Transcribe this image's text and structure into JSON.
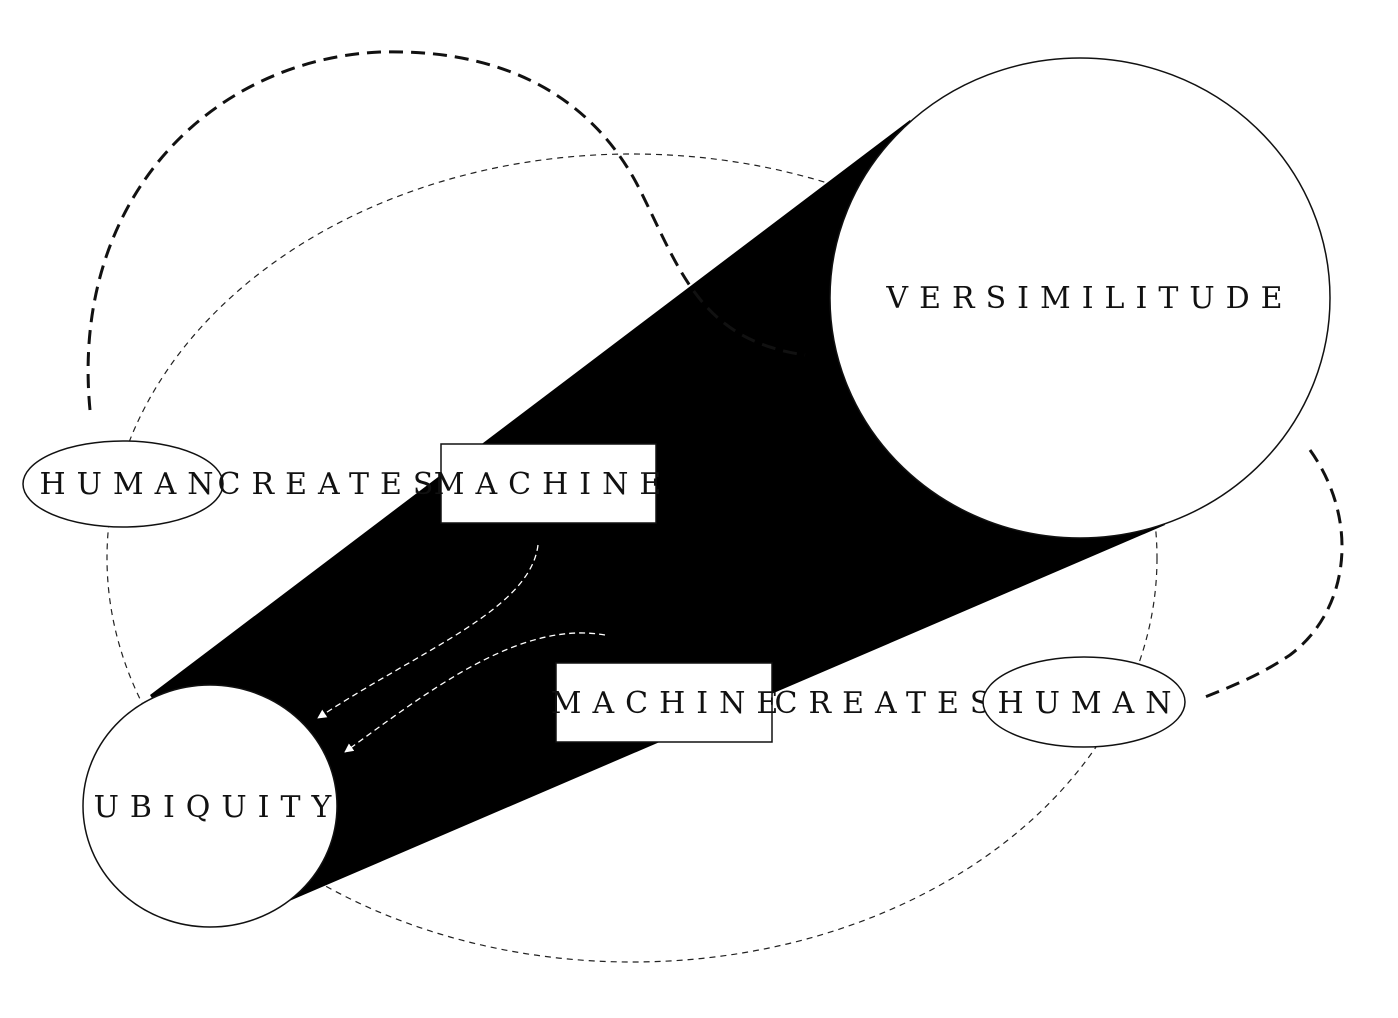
{
  "diagram": {
    "nodes": {
      "versimilitude": "VERSIMILITUDE",
      "ubiquity": "UBIQUITY"
    },
    "statement_top": {
      "subject": "HUMAN",
      "verb": "CREATES",
      "object": "MACHINE"
    },
    "statement_bottom": {
      "subject": "MACHINE",
      "verb": "CREATES",
      "object": "HUMAN"
    }
  },
  "colors": {
    "ink": "#111111",
    "background": "#ffffff",
    "funnel": "#000000"
  }
}
